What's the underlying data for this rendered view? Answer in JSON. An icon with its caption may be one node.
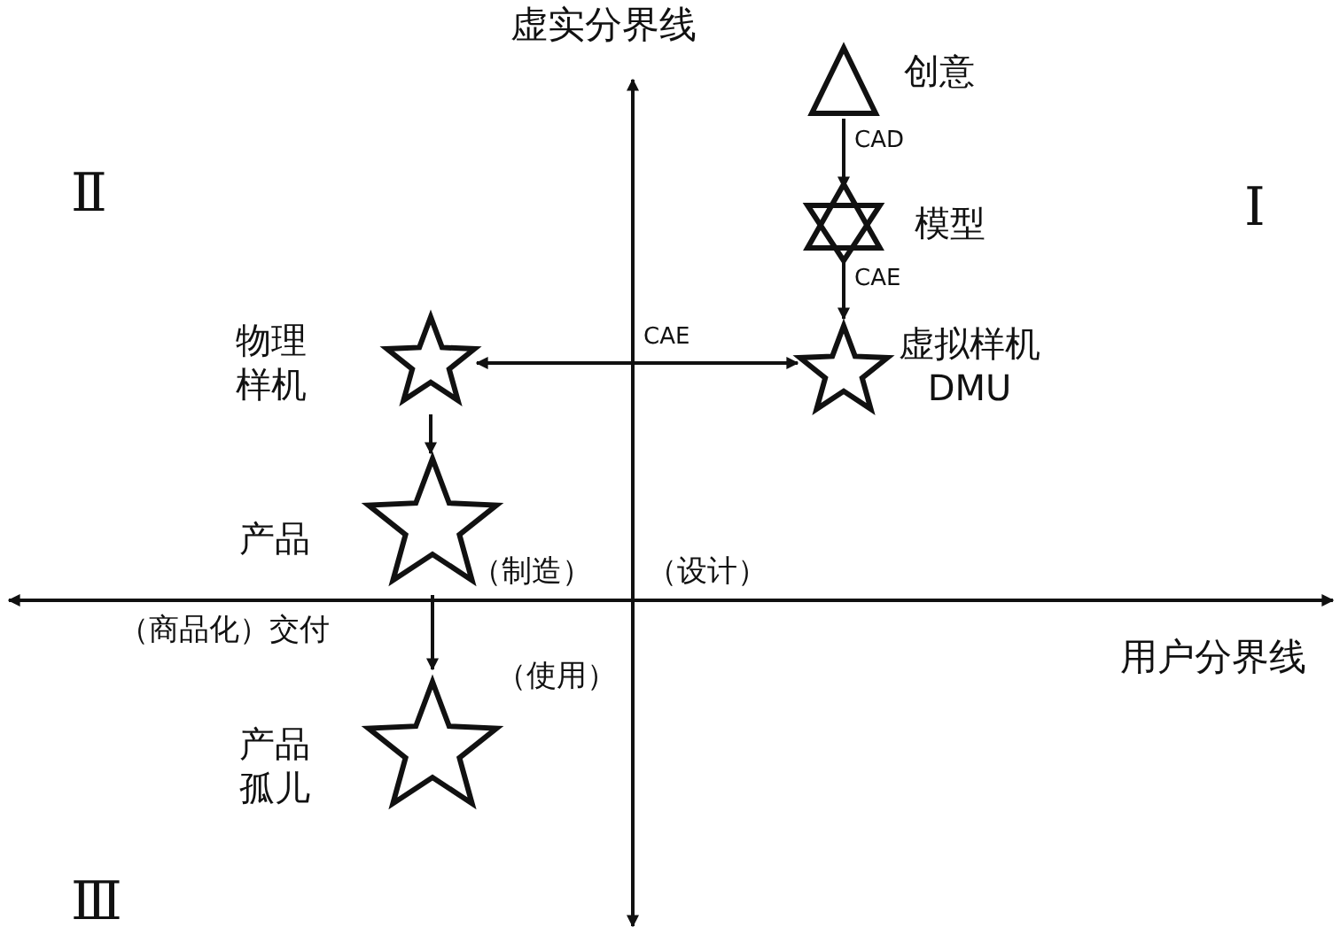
{
  "diagram": {
    "nodes": [
      {
        "text": [
          "创意"
        ]
      },
      {
        "text": [
          "模型"
        ]
      },
      {
        "text": [
          "虚拟样机 DMU"
        ]
      },
      {
        "text": [
          "物理样机"
        ]
      },
      {
        "text": [
          "产品"
        ]
      },
      {
        "text": [
          "产品孤儿"
        ]
      }
    ],
    "edges": [
      {
        "from": 0,
        "to": 1,
        "arrow": "to",
        "label": "CAD"
      },
      {
        "from": 1,
        "to": 2,
        "arrow": "to",
        "label": "CAE"
      },
      {
        "from": 3,
        "to": 2,
        "arrow": "both",
        "label": "CAE"
      },
      {
        "from": 3,
        "to": 4,
        "arrow": "to"
      },
      {
        "from": 4,
        "to": 5,
        "arrow": "to",
        "label": "（商品化）交付"
      }
    ],
    "labels": [
      "虚实分界线",
      "Ⅱ",
      "Ⅰ",
      "（制造）",
      "（设计）",
      "用户分界线",
      "（使用）",
      "Ⅲ"
    ]
  }
}
